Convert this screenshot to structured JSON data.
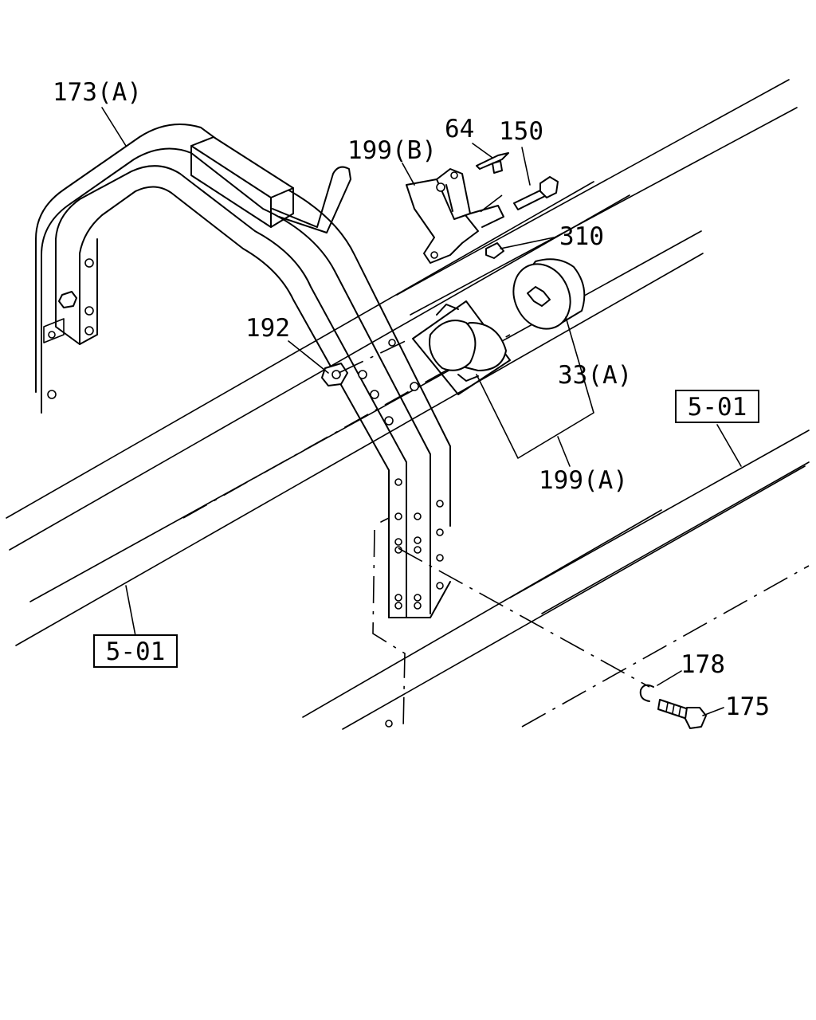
{
  "diagram": {
    "callouts": {
      "p173a": "173(A)",
      "p64": "64",
      "p150": "150",
      "p199b": "199(B)",
      "p310": "310",
      "p192": "192",
      "p33a": "33(A)",
      "p199a": "199(A)",
      "p178": "178",
      "p175": "175"
    },
    "references": {
      "ref_right": "5-01",
      "ref_left": "5-01"
    }
  }
}
